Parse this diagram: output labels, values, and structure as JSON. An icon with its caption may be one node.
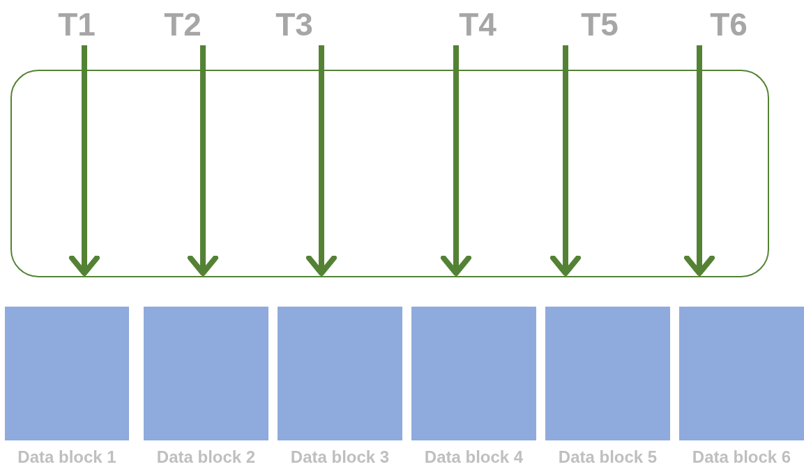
{
  "diagram": {
    "nodes": [
      {
        "text": [],
        "shape": "box"
      },
      {
        "text": [
          "T1"
        ]
      },
      {
        "text": [
          "T2"
        ]
      },
      {
        "text": [
          "T3"
        ]
      },
      {
        "text": [
          "T4"
        ]
      },
      {
        "text": [
          "T5"
        ]
      },
      {
        "text": [
          "T6"
        ]
      },
      {
        "text": [
          "Data block 1"
        ]
      },
      {
        "text": [
          "Data block 2"
        ]
      },
      {
        "text": [
          "Data block 3"
        ]
      },
      {
        "text": [
          "Data block 4"
        ]
      },
      {
        "text": [
          "Data block 5"
        ]
      },
      {
        "text": [
          "Data block 6"
        ]
      }
    ],
    "edges": [
      {
        "from": 1,
        "to": 0,
        "arrow": "to"
      },
      {
        "from": 2,
        "to": 0,
        "arrow": "to"
      },
      {
        "from": 3,
        "to": 0,
        "arrow": "to"
      },
      {
        "from": 4,
        "to": 0,
        "arrow": "to"
      },
      {
        "from": 5,
        "to": 0,
        "arrow": "to"
      },
      {
        "from": 6,
        "to": 0,
        "arrow": "to"
      }
    ]
  }
}
